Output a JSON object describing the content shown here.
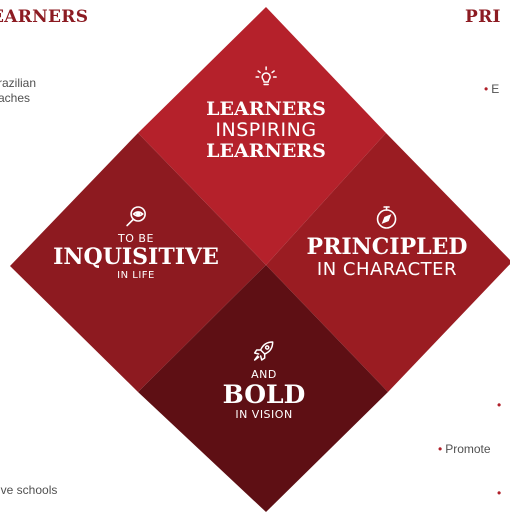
{
  "left_column": {
    "heading": "EARNERS",
    "text_line1": "razilian",
    "text_line2": "aches",
    "bottom_text": "ive schools"
  },
  "right_column": {
    "heading": "PRI",
    "bullet1": "E",
    "bullet2": "",
    "bullet3": "Promote",
    "bullet4": ""
  },
  "colors": {
    "top": "#b5212b",
    "left": "#8d1a20",
    "right": "#9a1c22",
    "bottom": "#5e0f14",
    "bullet": "#b0202a"
  },
  "diamond": {
    "top": {
      "icon": "lightbulb-icon",
      "line1": "LEARNERS",
      "line2": "INSPIRING",
      "line3": "LEARNERS"
    },
    "left": {
      "icon": "magnifying-eye-icon",
      "line1": "TO BE",
      "line2": "INQUISITIVE",
      "line3": "IN LIFE"
    },
    "right": {
      "icon": "compass-icon",
      "line1": "PRINCIPLED",
      "line2": "IN CHARACTER"
    },
    "bottom": {
      "icon": "rocket-icon",
      "line1": "AND",
      "line2": "BOLD",
      "line3": "IN VISION"
    }
  }
}
